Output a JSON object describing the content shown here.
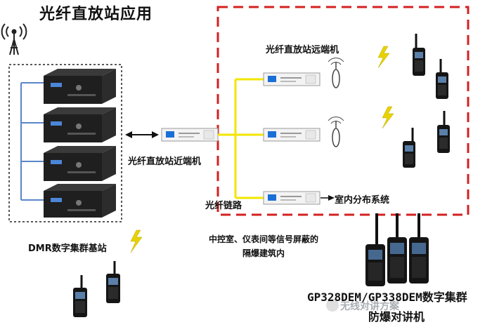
{
  "diagram": {
    "title": "光纤直放站应用",
    "far_end_label": "光纤直放站远端机",
    "near_end_label": "光纤直放站近端机",
    "fiber_link_label": "光纤链路",
    "indoor_system_label": "室内分布系统",
    "base_station_label": "DMR数字集群基站",
    "control_room_label_line1": "中控室、仪表间等信号屏蔽的",
    "control_room_label_line2": "隔爆建筑内",
    "model_label": "GP328DEM/GP338DEM数字集群",
    "radio_label": "防爆对讲机",
    "watermark": "无线对讲方案",
    "colors": {
      "dashed_border": "#d42020",
      "fiber": "#f2e600",
      "rack_frame": "#5a86c8",
      "lightning": "#e8d200"
    }
  }
}
